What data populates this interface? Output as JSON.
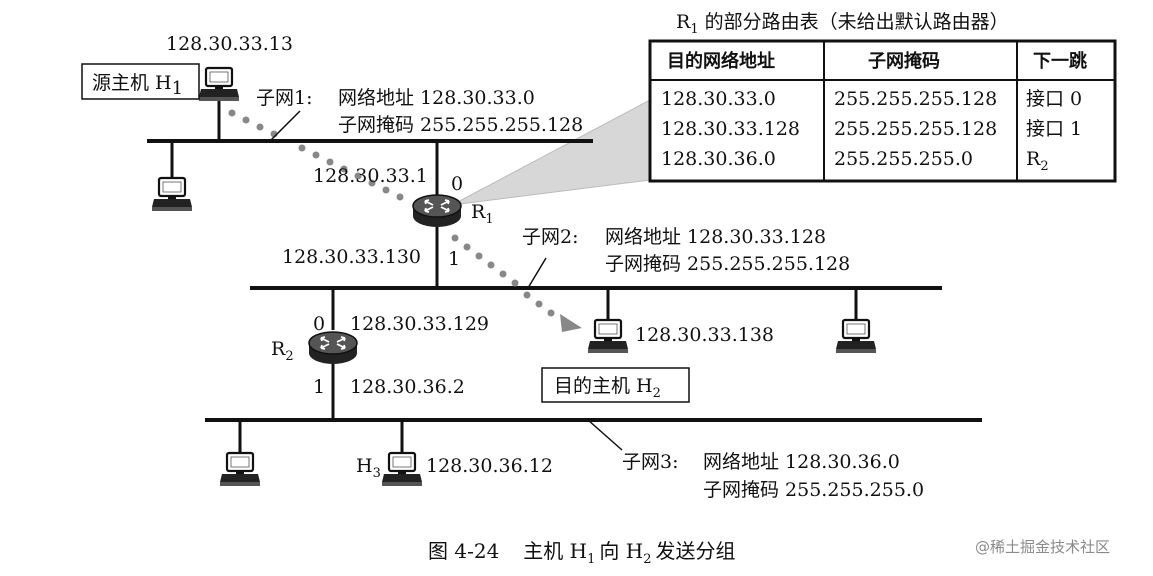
{
  "source_host": {
    "label": "源主机 H",
    "sub": "1",
    "ip": "128.30.33.13"
  },
  "subnet1": {
    "name": "子网1:",
    "addr": "网络地址 128.30.33.0",
    "mask": "子网掩码 255.255.255.128"
  },
  "subnet2": {
    "name": "子网2:",
    "addr": "网络地址 128.30.33.128",
    "mask": "子网掩码 255.255.255.128"
  },
  "subnet3": {
    "name": "子网3:",
    "addr": "网络地址 128.30.36.0",
    "mask": "子网掩码 255.255.255.0"
  },
  "router1": {
    "name": "R",
    "sub": "1",
    "if0_ip": "128.30.33.1",
    "if0": "0",
    "if1_ip": "128.30.33.130",
    "if1": "1"
  },
  "router2": {
    "name": "R",
    "sub": "2",
    "if0": "0",
    "if0_ip": "128.30.33.129",
    "if1": "1",
    "if1_ip": "128.30.36.2"
  },
  "dest_host": {
    "label": "目的主机 H",
    "sub": "2",
    "ip": "128.30.33.138"
  },
  "host3": {
    "name": "H",
    "sub": "3",
    "ip": "128.30.36.12"
  },
  "routing_table": {
    "title_prefix": "R",
    "title_sub": "1",
    "title_rest": "的部分路由表（未给出默认路由器）",
    "headers": [
      "目的网络地址",
      "子网掩码",
      "下一跳"
    ],
    "rows": [
      [
        "128.30.33.0",
        "255.255.255.128",
        "接口 0"
      ],
      [
        "128.30.33.128",
        "255.255.255.128",
        "接口 1"
      ],
      [
        "128.30.36.0",
        "255.255.255.0",
        "R"
      ]
    ],
    "row3_next_sub": "2"
  },
  "caption": {
    "fig": "图 4-24",
    "text_a": "主机 H",
    "sub_a": "1",
    "text_b": "向 H",
    "sub_b": "2",
    "text_c": "发送分组"
  },
  "watermark": "@稀土掘金技术社区"
}
